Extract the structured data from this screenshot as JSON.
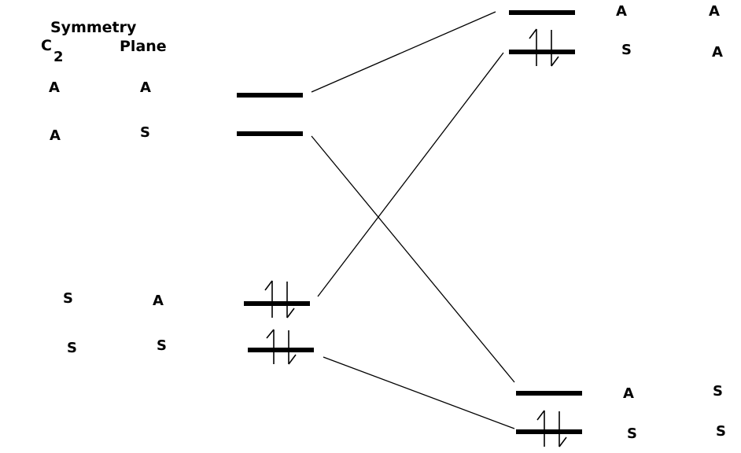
{
  "header": {
    "symmetry": "Symmetry",
    "c": "C",
    "c_subscript": "2",
    "plane": "Plane"
  },
  "left_labels": {
    "row1": {
      "c2": "A",
      "plane": "A"
    },
    "row2": {
      "c2": "A",
      "plane": "S"
    },
    "row3": {
      "c2": "S",
      "plane": "A"
    },
    "row4": {
      "c2": "S",
      "plane": "S"
    }
  },
  "right_labels": {
    "row1": {
      "c2": "A",
      "plane": "A"
    },
    "row2": {
      "c2": "S",
      "plane": "A"
    },
    "row3": {
      "c2": "A",
      "plane": "S"
    },
    "row4": {
      "c2": "S",
      "plane": "S"
    }
  },
  "colors": {
    "stroke": "#000000",
    "background": "#ffffff"
  }
}
